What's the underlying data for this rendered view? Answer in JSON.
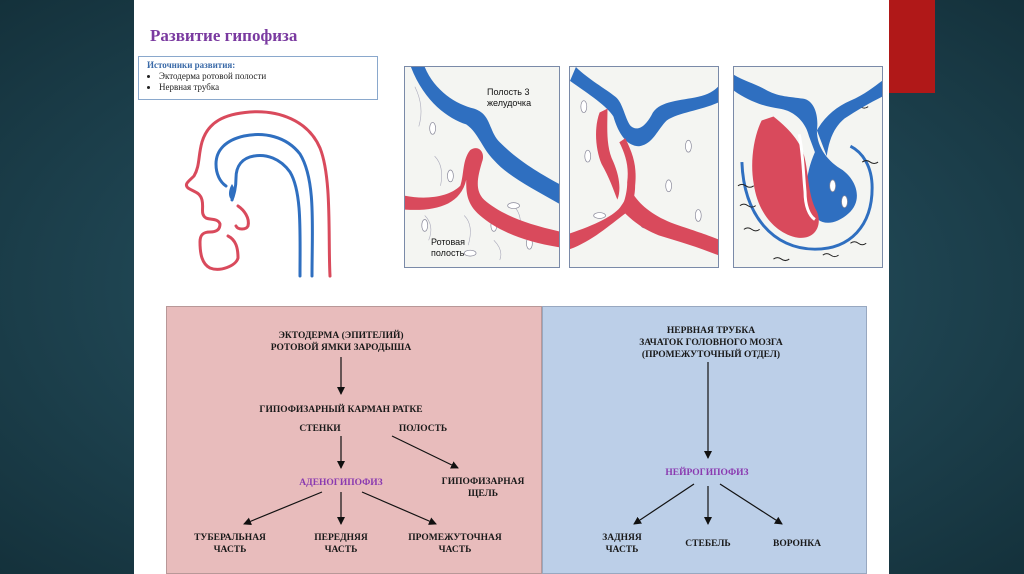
{
  "title": "Развитие гипофиза",
  "sources": {
    "heading": "Источники развития:",
    "items": [
      "Эктодерма ротовой полости",
      "Нервная трубка"
    ]
  },
  "panel1": {
    "label_top_line1": "Полость 3",
    "label_top_line2": "желудочка",
    "label_bottom_line1": "Ротовая",
    "label_bottom_line2": "полость"
  },
  "flow_left": {
    "n1_line1": "ЭКТОДЕРМА (ЭПИТЕЛИЙ)",
    "n1_line2": "РОТОВОЙ ЯМКИ ЗАРОДЫША",
    "n2": "ГИПОФИЗАРНЫЙ КАРМАН РАТКЕ",
    "n3": "СТЕНКИ",
    "n4": "ПОЛОСТЬ",
    "n5": "АДЕНОГИПОФИЗ",
    "n6_line1": "ГИПОФИЗАРНАЯ",
    "n6_line2": "ЩЕЛЬ",
    "n7_line1": "ТУБЕРАЛЬНАЯ",
    "n7_line2": "ЧАСТЬ",
    "n8_line1": "ПЕРЕДНЯЯ",
    "n8_line2": "ЧАСТЬ",
    "n9_line1": "ПРОМЕЖУТОЧНАЯ",
    "n9_line2": "ЧАСТЬ"
  },
  "flow_right": {
    "n1_line1": "НЕРВНАЯ ТРУБКА",
    "n1_line2": "ЗАЧАТОК ГОЛОВНОГО МОЗГА",
    "n1_line3": "(ПРОМЕЖУТОЧНЫЙ ОТДЕЛ)",
    "n2": "НЕЙРОГИПОФИЗ",
    "n3_line1": "ЗАДНЯЯ",
    "n3_line2": "ЧАСТЬ",
    "n4": "СТЕБЕЛЬ",
    "n5": "ВОРОНКА"
  },
  "colors": {
    "oral_ectoderm": "#d94a5c",
    "neural_tube": "#2f6fc0",
    "left_box": "#e8bcbc",
    "right_box": "#bccfe8",
    "accent_purple": "#8a3ab0",
    "tab_red": "#b01818"
  }
}
